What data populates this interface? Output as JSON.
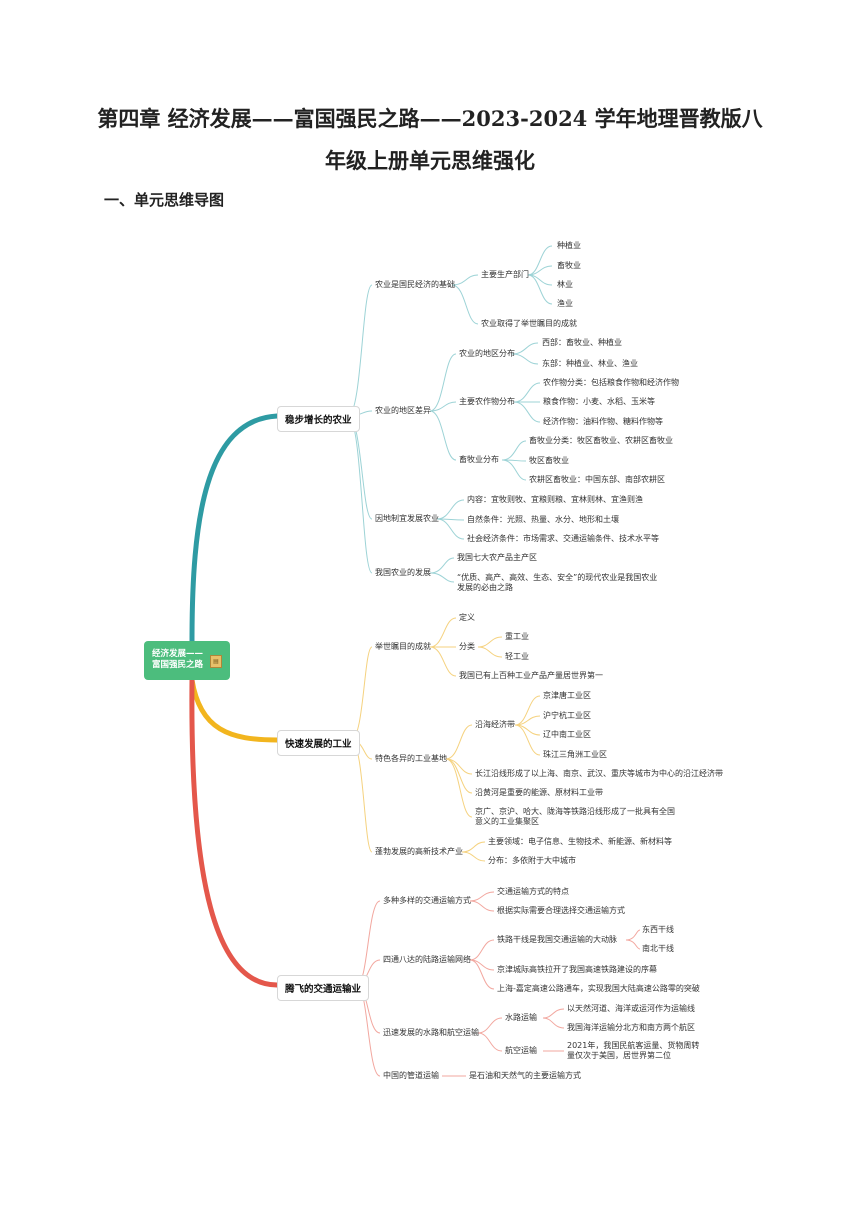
{
  "title": {
    "line1": "第四章 经济发展——富国强民之路——2023-2024 学年地理晋教版八",
    "line2": "年级上册单元思维强化"
  },
  "section_heading": "一、单元思维导图",
  "colors": {
    "teal": "#2e9ba3",
    "yellow": "#f2b51e",
    "red": "#e4574b",
    "root": "#4cbd7d"
  },
  "root": {
    "line1": "经济发展——",
    "line2": "富国强民之路",
    "icon": "book-icon"
  },
  "agri": {
    "label": "稳步增长的农业",
    "base": "农业是国民经济的基础",
    "main_dept": "主要生产部门",
    "zhongzhi": "种植业",
    "xumu": "畜牧业",
    "linye": "林业",
    "yuye": "渔业",
    "achieve": "农业取得了举世瞩目的成就",
    "diff": "农业的地区差异",
    "region": "农业的地区分布",
    "west": "西部：畜牧业、种植业",
    "east": "东部：种植业、林业、渔业",
    "crops": "主要农作物分布",
    "crop_cls": "农作物分类：包括粮食作物和经济作物",
    "grain": "粮食作物：小麦、水稻、玉米等",
    "cash": "经济作物：油料作物、糖料作物等",
    "husbandry": "畜牧业分布",
    "hus_cls": "畜牧业分类：牧区畜牧业、农耕区畜牧业",
    "pastoral": "牧区畜牧业",
    "farming": "农耕区畜牧业：中国东部、南部农耕区",
    "local": "因地制宜发展农业",
    "content": "内容：宜牧则牧、宜粮则粮、宜林则林、宜渔则渔",
    "nature": "自然条件：光照、热量、水分、地形和土壤",
    "social": "社会经济条件：市场需求、交通运输条件、技术水平等",
    "develop": "我国农业的发展",
    "seven": "我国七大农产品主产区",
    "modern": "“优质、高产、高效、生态、安全”的现代农业是我国农业发展的必由之路"
  },
  "industry": {
    "label": "快速发展的工业",
    "achieve": "举世瞩目的成就",
    "definition": "定义",
    "category": "分类",
    "heavy": "重工业",
    "light": "轻工业",
    "hundred": "我国已有上百种工业产品产量居世界第一",
    "bases": "特色各异的工业基地",
    "coastal": "沿海经济带",
    "jingjintang": "京津唐工业区",
    "huningHang": "沪宁杭工业区",
    "liaozhongnan": "辽中南工业区",
    "zhusanjiao": "珠江三角洲工业区",
    "yangtze": "长江沿线形成了以上海、南京、武汉、重庆等城市为中心的沿江经济带",
    "yellow": "沿黄河是重要的能源、原材料工业带",
    "rail": "京广、京沪、哈大、陇海等铁路沿线形成了一批具有全国意义的工业集聚区",
    "hightech": "蓬勃发展的高新技术产业",
    "fields": "主要领域：电子信息、生物技术、新能源、新材料等",
    "distribution": "分布：多依附于大中城市"
  },
  "transport": {
    "label": "腾飞的交通运输业",
    "modes": "多种多样的交通运输方式",
    "features": "交通运输方式的特点",
    "choose": "根据实际需要合理选择交通运输方式",
    "land": "四通八达的陆路运输网络",
    "railway": "铁路干线是我国交通运输的大动脉",
    "east_west": "东西干线",
    "north_south": "南北干线",
    "jingjin": "京津城际高铁拉开了我国高速铁路建设的序幕",
    "hujia": "上海-嘉定高速公路通车，实现我国大陆高速公路零的突破",
    "water_air": "迅速发展的水路和航空运输",
    "water": "水路运输",
    "rivers": "以天然河道、海洋或运河作为运输线",
    "sea_route": "我国海洋运输分北方和南方两个航区",
    "air": "航空运输",
    "air_fact": "2021年，我国民航客运量、货物周转量仅次于美国，居世界第二位",
    "pipeline": "中国的管道运输",
    "pipe_fact": "是石油和天然气的主要运输方式"
  }
}
